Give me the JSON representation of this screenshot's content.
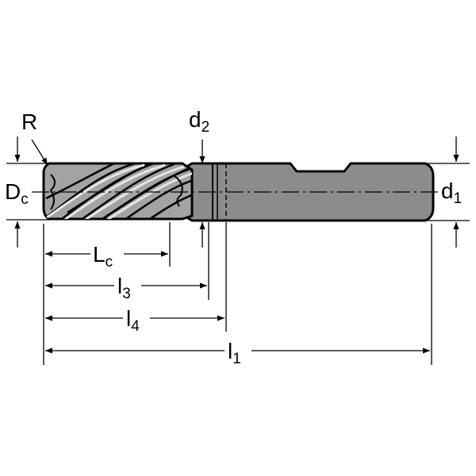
{
  "labels": {
    "R": "R",
    "Dc_main": "D",
    "Dc_sub": "c",
    "d2_main": "d",
    "d2_sub": "2",
    "d1_main": "d",
    "d1_sub": "1",
    "Lc_main": "L",
    "Lc_sub": "c",
    "l3_main": "l",
    "l3_sub": "3",
    "l4_main": "l",
    "l4_sub": "4",
    "l1_main": "l",
    "l1_sub": "1"
  },
  "colors": {
    "line": "#000000",
    "shank": "#8c8c8c",
    "flute": "#9a9a9a",
    "background": "#ffffff"
  }
}
